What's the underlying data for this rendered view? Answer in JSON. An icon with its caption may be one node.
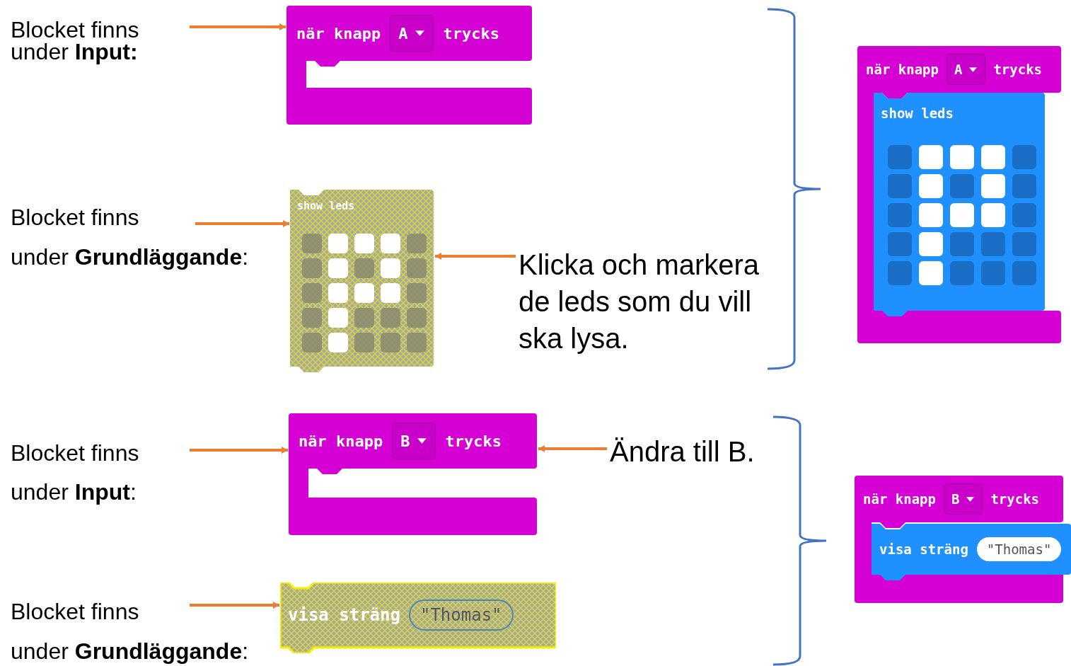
{
  "diagram": {
    "nodes": [
      {
        "text": [
          "Blocket finns under **Input:**"
        ]
      },
      {
        "text": [
          "när knapp",
          "A",
          "trycks"
        ]
      },
      {
        "text": [
          "Blocket finns under **Grundläggande**:"
        ]
      },
      {
        "text": [
          "show leds"
        ]
      },
      {
        "text": [
          "Klicka och markera de leds som du vill ska lysa."
        ]
      },
      {
        "text": [
          "när knapp",
          "A",
          "trycks"
        ]
      },
      {
        "text": [
          "show leds"
        ],
        "in": 5
      },
      {
        "text": [
          "Blocket finns under **Input**:"
        ]
      },
      {
        "text": [
          "när knapp",
          "B",
          "trycks"
        ]
      },
      {
        "text": [
          "Ändra till B."
        ]
      },
      {
        "text": [
          "Blocket finns under **Grundläggande**:"
        ]
      },
      {
        "text": [
          "visa sträng",
          "\"Thomas\""
        ]
      },
      {
        "text": [
          "när knapp",
          "B",
          "trycks"
        ]
      },
      {
        "text": [
          "visa sträng",
          "\"Thomas\""
        ],
        "in": 12
      }
    ],
    "edges": [
      {
        "from": 0,
        "to": 1,
        "arrow": "to"
      },
      {
        "from": 2,
        "to": 3,
        "arrow": "to"
      },
      {
        "from": 4,
        "to": 3,
        "arrow": "to"
      },
      {
        "from": 7,
        "to": 8,
        "arrow": "to"
      },
      {
        "from": 9,
        "to": 8,
        "arrow": "to"
      },
      {
        "from": 10,
        "to": 11,
        "arrow": "to"
      }
    ]
  }
}
